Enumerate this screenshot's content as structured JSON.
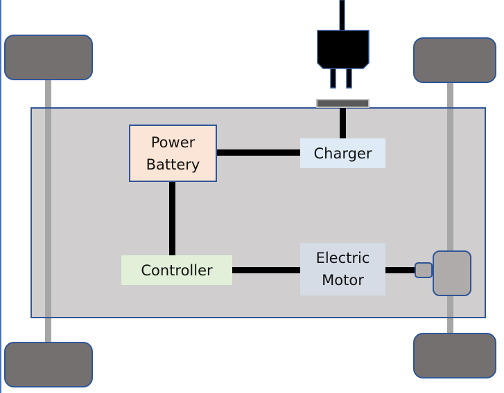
{
  "diagram": {
    "title": "Electric vehicle powertrain",
    "components": {
      "battery": {
        "line1": "Power",
        "line2": "Battery",
        "color": "#fbe5d6"
      },
      "charger": {
        "label": "Charger",
        "color": "#deebf7"
      },
      "controller": {
        "label": "Controller",
        "color": "#e2f0d9"
      },
      "motor": {
        "line1": "Electric",
        "line2": "Motor",
        "color": "#d6dce5"
      }
    },
    "connections": [
      {
        "from": "Plug",
        "to": "Charger"
      },
      {
        "from": "Charger",
        "to": "Power Battery"
      },
      {
        "from": "Power Battery",
        "to": "Controller"
      },
      {
        "from": "Controller",
        "to": "Electric Motor"
      },
      {
        "from": "Electric Motor",
        "to": "Gearbox"
      }
    ],
    "colors": {
      "chassis": "#d0cece",
      "wheel": "#757070",
      "outline": "#2f5597",
      "axle": "#a6a6a6",
      "wire": "#000000"
    }
  }
}
